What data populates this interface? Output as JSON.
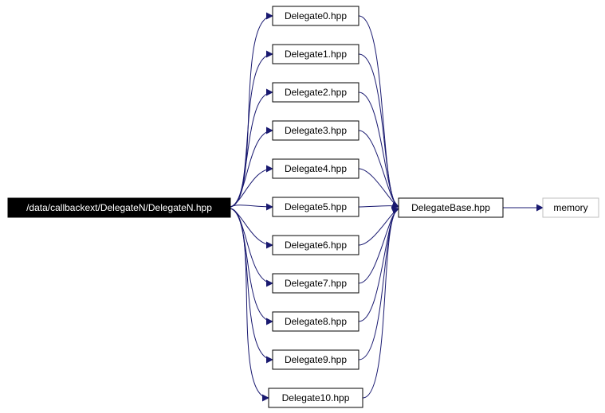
{
  "graph": {
    "root": {
      "label": "/data/callbackext/DelegateN/DelegateN.hpp",
      "fill": "#000000",
      "text_color": "#ffffff"
    },
    "delegates": [
      {
        "label": "Delegate0.hpp"
      },
      {
        "label": "Delegate1.hpp"
      },
      {
        "label": "Delegate2.hpp"
      },
      {
        "label": "Delegate3.hpp"
      },
      {
        "label": "Delegate4.hpp"
      },
      {
        "label": "Delegate5.hpp"
      },
      {
        "label": "Delegate6.hpp"
      },
      {
        "label": "Delegate7.hpp"
      },
      {
        "label": "Delegate8.hpp"
      },
      {
        "label": "Delegate9.hpp"
      },
      {
        "label": "Delegate10.hpp"
      }
    ],
    "base": {
      "label": "DelegateBase.hpp"
    },
    "external": {
      "label": "memory",
      "border_color": "#bfbfbf"
    },
    "edge_color": "#191970"
  }
}
